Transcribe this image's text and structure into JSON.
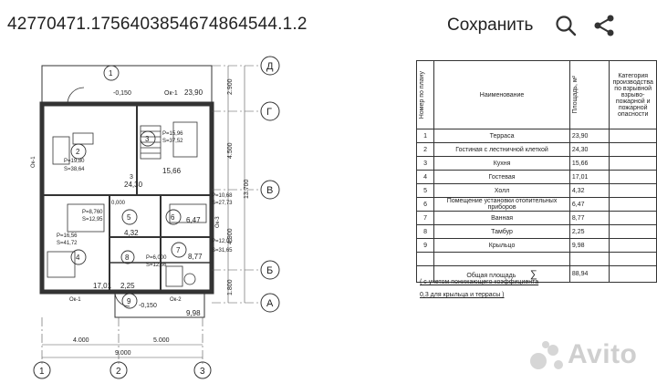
{
  "header": {
    "title": "42770471.1756403854674864544.1.2",
    "save_label": "Сохранить",
    "icons": [
      "search-icon",
      "share-icon"
    ]
  },
  "plan": {
    "axes_letters": [
      "Д",
      "Г",
      "В",
      "Б",
      "А"
    ],
    "axes_numbers": [
      "1",
      "2",
      "3"
    ],
    "vertical_dims": [
      "2.900",
      "4.500",
      "13.700",
      "4.900",
      "1.800"
    ],
    "horizontal_dims": [
      "4.000",
      "5.000",
      "9.000"
    ],
    "rooms": [
      {
        "num": "1",
        "area": "23,90",
        "label": "Ок-1",
        "level": "-0,150"
      },
      {
        "num": "2",
        "p": "P=19,80",
        "s": "S=38,64"
      },
      {
        "num": "3",
        "p": "P=15,96",
        "s": "S=37,52",
        "area": "15,66"
      },
      {
        "num": "3",
        "area": "24,30"
      },
      {
        "num": "4",
        "p": "P=16,56",
        "s": "S=41,72",
        "area": "17,01"
      },
      {
        "num": "5",
        "p": "P=8,760",
        "s": "S=12,95",
        "area": "4,32"
      },
      {
        "num": "6",
        "p": "P=10,68",
        "s": "S=27,73",
        "area": "6,47"
      },
      {
        "num": "7",
        "p": "P=6,000",
        "s": "S=12,56",
        "area": "8,77"
      },
      {
        "num": "8",
        "area": "2,25"
      },
      {
        "num": "9",
        "area": "9,98",
        "level": "-0,150"
      }
    ],
    "misc_labels": {
      "ok1_left": "Ок-1",
      "ok1_bottom": "Ок-1",
      "ok2": "Ок-2",
      "ok3": "Ок-3",
      "level_zero": "0,000",
      "p_right": "P=12,00",
      "s_right": "S=31,65"
    }
  },
  "table": {
    "headers": {
      "num": "Номер по плану",
      "name": "Наименование",
      "area": "Площадь, м²",
      "category": "Категория производства по взрывной взрыво-пожарной и пожарной опасности"
    },
    "rows": [
      {
        "num": "1",
        "name": "Терраса",
        "area": "23,90"
      },
      {
        "num": "2",
        "name": "Гостиная с лестничной клеткой",
        "area": "24,30"
      },
      {
        "num": "3",
        "name": "Кухня",
        "area": "15,66"
      },
      {
        "num": "4",
        "name": "Гостевая",
        "area": "17,01"
      },
      {
        "num": "5",
        "name": "Холл",
        "area": "4,32"
      },
      {
        "num": "6",
        "name": "Помещение установки отопительных приборов",
        "area": "6,47"
      },
      {
        "num": "7",
        "name": "Ванная",
        "area": "8,77"
      },
      {
        "num": "8",
        "name": "Тамбур",
        "area": "2,25"
      },
      {
        "num": "9",
        "name": "Крыльцо",
        "area": "9,98"
      }
    ],
    "total": {
      "label": "Общая площадь",
      "sigma": "∑",
      "value": "88,94"
    },
    "notes": [
      "( с учетом понижающего коэффициента",
      "0,3 для крыльца и террасы )"
    ]
  },
  "watermark": {
    "brand": "Avito",
    "icon": "avito-logo-icon"
  },
  "colors": {
    "line": "#333333",
    "bg": "#ffffff",
    "watermark": "#cfcfcf"
  }
}
